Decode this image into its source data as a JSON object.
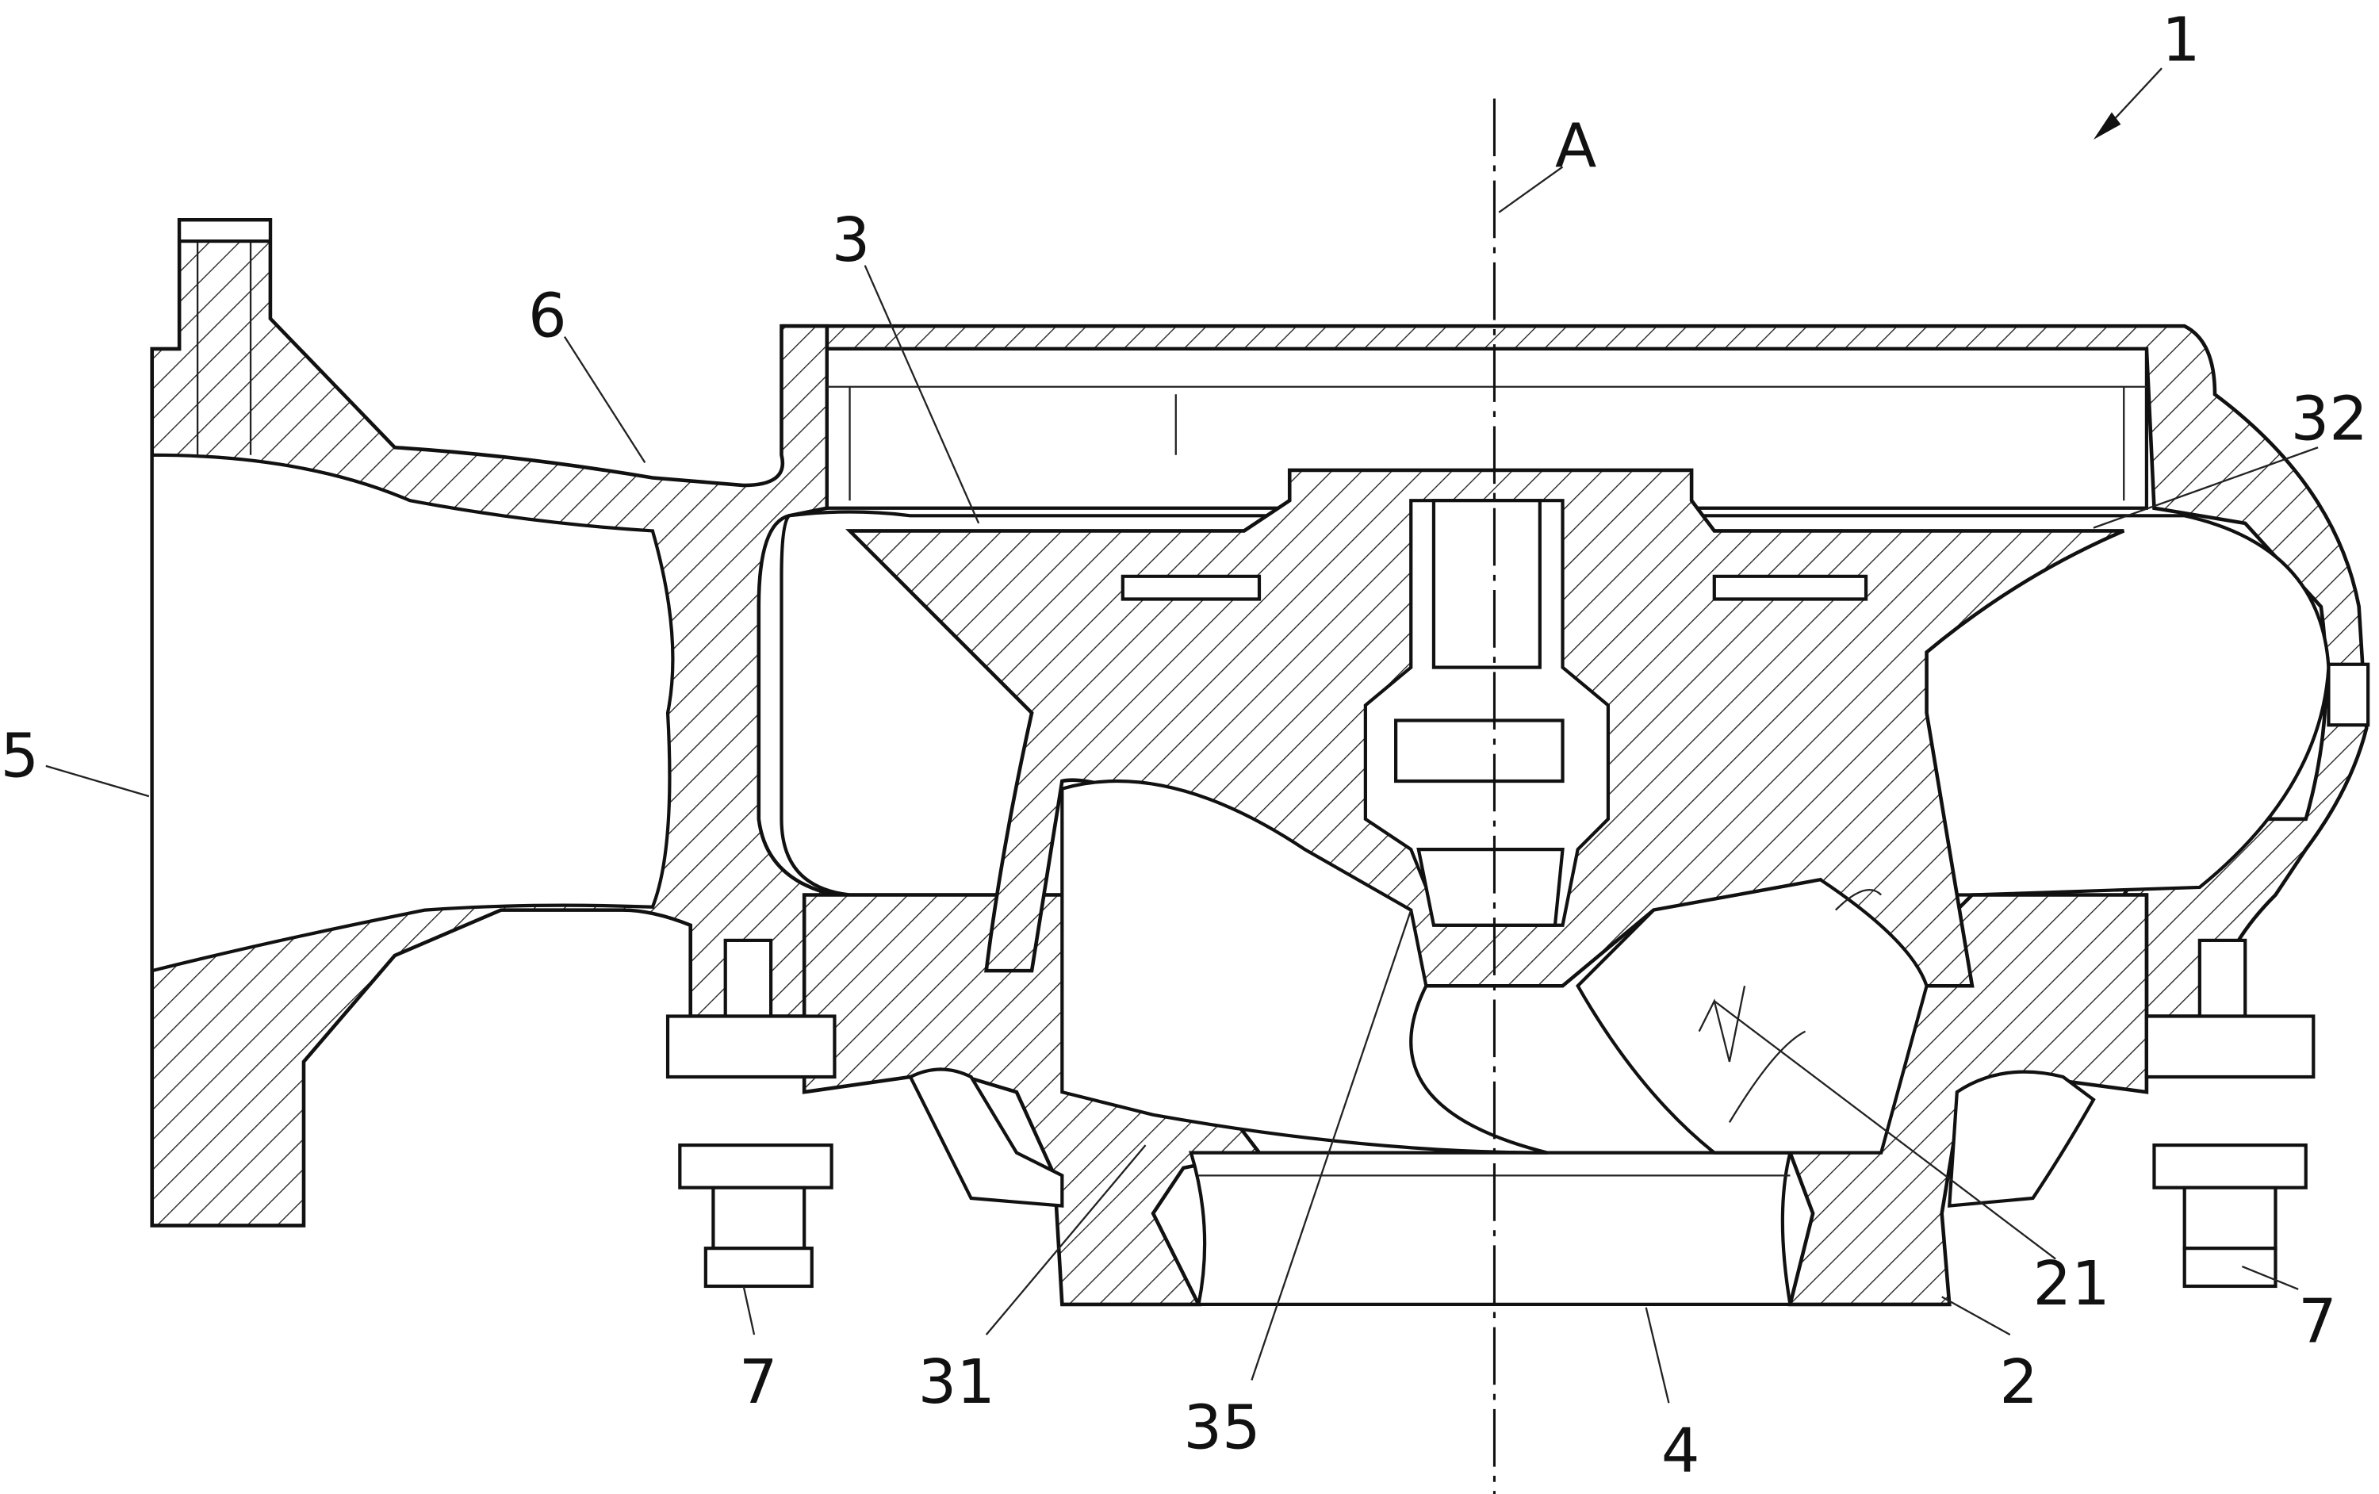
{
  "figure": {
    "reference_numerals": {
      "assembly": "1",
      "axis": "A",
      "impeller": "3",
      "outlet": "6",
      "vane_edge": "32",
      "inlet_flange": "5",
      "fastener_left": "7",
      "fastener_right": "7",
      "blade": "31",
      "hub_edge": "35",
      "suction_opening": "4",
      "casing_ring": "2",
      "seal_gap": "21"
    }
  }
}
